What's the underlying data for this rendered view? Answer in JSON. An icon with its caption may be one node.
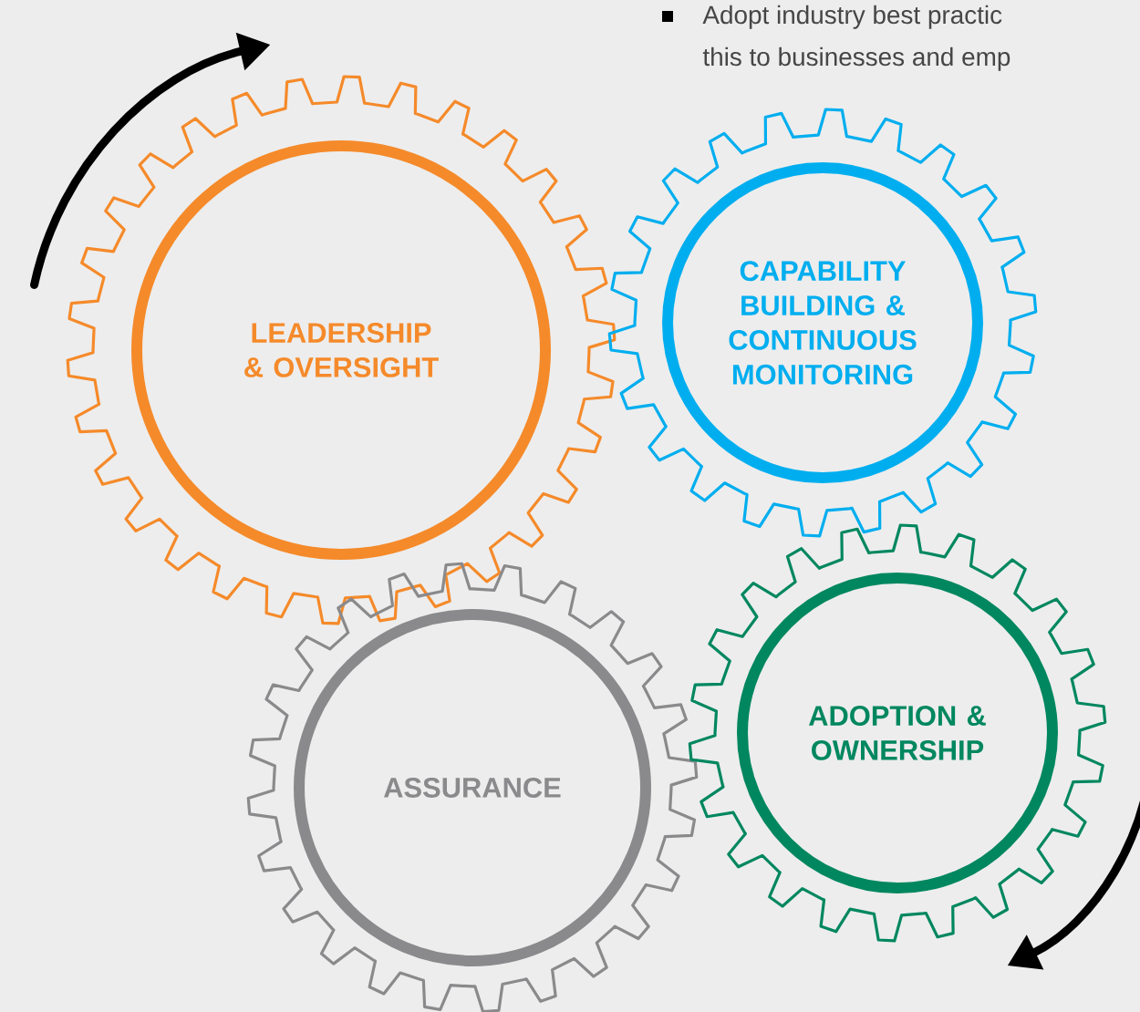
{
  "diagram": {
    "nodes": [
      {
        "text": [
          "LEADERSHIP & OVERSIGHT"
        ]
      },
      {
        "text": [
          "CAPABILITY BUILDING & CONTINUOUS MONITORING"
        ]
      },
      {
        "text": [
          "ASSURANCE"
        ]
      },
      {
        "text": [
          "ADOPTION & OWNERSHIP"
        ]
      }
    ],
    "labels": [
      "Adopt industry best practic",
      "this to businesses and emp"
    ]
  }
}
